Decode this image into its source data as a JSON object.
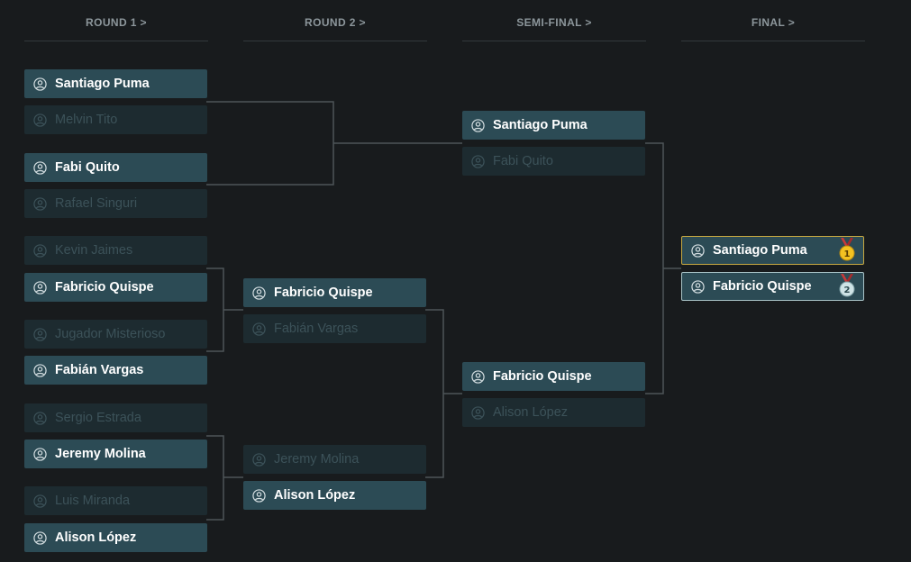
{
  "rounds": [
    {
      "label": "ROUND 1  >"
    },
    {
      "label": "ROUND 2  >"
    },
    {
      "label": "SEMI-FINAL  >"
    },
    {
      "label": "FINAL  >"
    }
  ],
  "round1": [
    {
      "name": "Santiago Puma",
      "status": "winner"
    },
    {
      "name": "Melvin Tito",
      "status": "eliminated"
    },
    {
      "name": "Fabi Quito",
      "status": "winner"
    },
    {
      "name": "Rafael Singuri",
      "status": "eliminated"
    },
    {
      "name": "Kevin Jaimes",
      "status": "eliminated"
    },
    {
      "name": "Fabricio Quispe",
      "status": "winner"
    },
    {
      "name": "Jugador Misterioso",
      "status": "eliminated"
    },
    {
      "name": "Fabián Vargas",
      "status": "winner"
    },
    {
      "name": "Sergio Estrada",
      "status": "eliminated"
    },
    {
      "name": "Jeremy Molina",
      "status": "winner"
    },
    {
      "name": "Luis Miranda",
      "status": "eliminated"
    },
    {
      "name": "Alison López",
      "status": "winner"
    }
  ],
  "round2": [
    {
      "name": "Fabricio Quispe",
      "status": "winner"
    },
    {
      "name": "Fabián Vargas",
      "status": "eliminated"
    },
    {
      "name": "Jeremy Molina",
      "status": "eliminated"
    },
    {
      "name": "Alison López",
      "status": "winner"
    }
  ],
  "semifinal": [
    {
      "name": "Santiago Puma",
      "status": "winner"
    },
    {
      "name": "Fabi Quito",
      "status": "eliminated"
    },
    {
      "name": "Fabricio Quispe",
      "status": "winner"
    },
    {
      "name": "Alison López",
      "status": "eliminated"
    }
  ],
  "final": [
    {
      "name": "Santiago Puma",
      "place": "1",
      "medal": "gold-medal-icon"
    },
    {
      "name": "Fabricio Quispe",
      "place": "2",
      "medal": "silver-medal-icon"
    }
  ],
  "colors": {
    "background": "#181b1d",
    "winner_slot": "#2c4b55",
    "eliminated_slot": "#1d2b30",
    "gold": "#c7a840",
    "silver": "#a9c3c7"
  }
}
